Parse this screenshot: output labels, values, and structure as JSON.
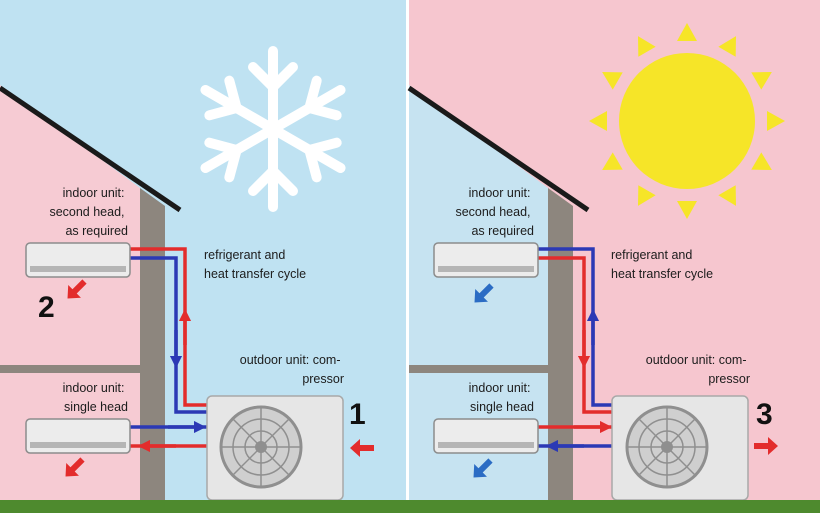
{
  "colors": {
    "sky_cool": "#bfe2f2",
    "sky_warm": "#f6c6cf",
    "room_cool_left": "#f6cbd3",
    "room_cool_right": "#c6e3f1",
    "wall": "#8d867e",
    "roof": "#1a1a1a",
    "refrigerant_hot": "#e32c2c",
    "refrigerant_cold": "#2b39b5",
    "sun": "#f6e528",
    "snowflake": "#ffffff",
    "ground": "#4e8a2e",
    "unit_body": "#e6e6e6"
  },
  "icons": {
    "cooling": "snowflake-icon",
    "heating": "sun-icon"
  },
  "panels": [
    {
      "mode": "cooling",
      "indoor_second_head": [
        "indoor unit:",
        "second head,",
        "as required"
      ],
      "indoor_single_head": [
        "indoor unit:",
        "single head"
      ],
      "cycle_label": [
        "refrigerant and",
        "heat transfer cycle"
      ],
      "outdoor_label": [
        "outdoor unit: com-",
        "pressor"
      ],
      "step_upper": "2",
      "step_outdoor": "1"
    },
    {
      "mode": "heating",
      "indoor_second_head": [
        "indoor unit:",
        "second head,",
        "as required"
      ],
      "indoor_single_head": [
        "indoor unit:",
        "single head"
      ],
      "cycle_label": [
        "refrigerant and",
        "heat transfer cycle"
      ],
      "outdoor_label": [
        "outdoor unit: com-",
        "pressor"
      ],
      "step_outdoor": "3"
    }
  ]
}
